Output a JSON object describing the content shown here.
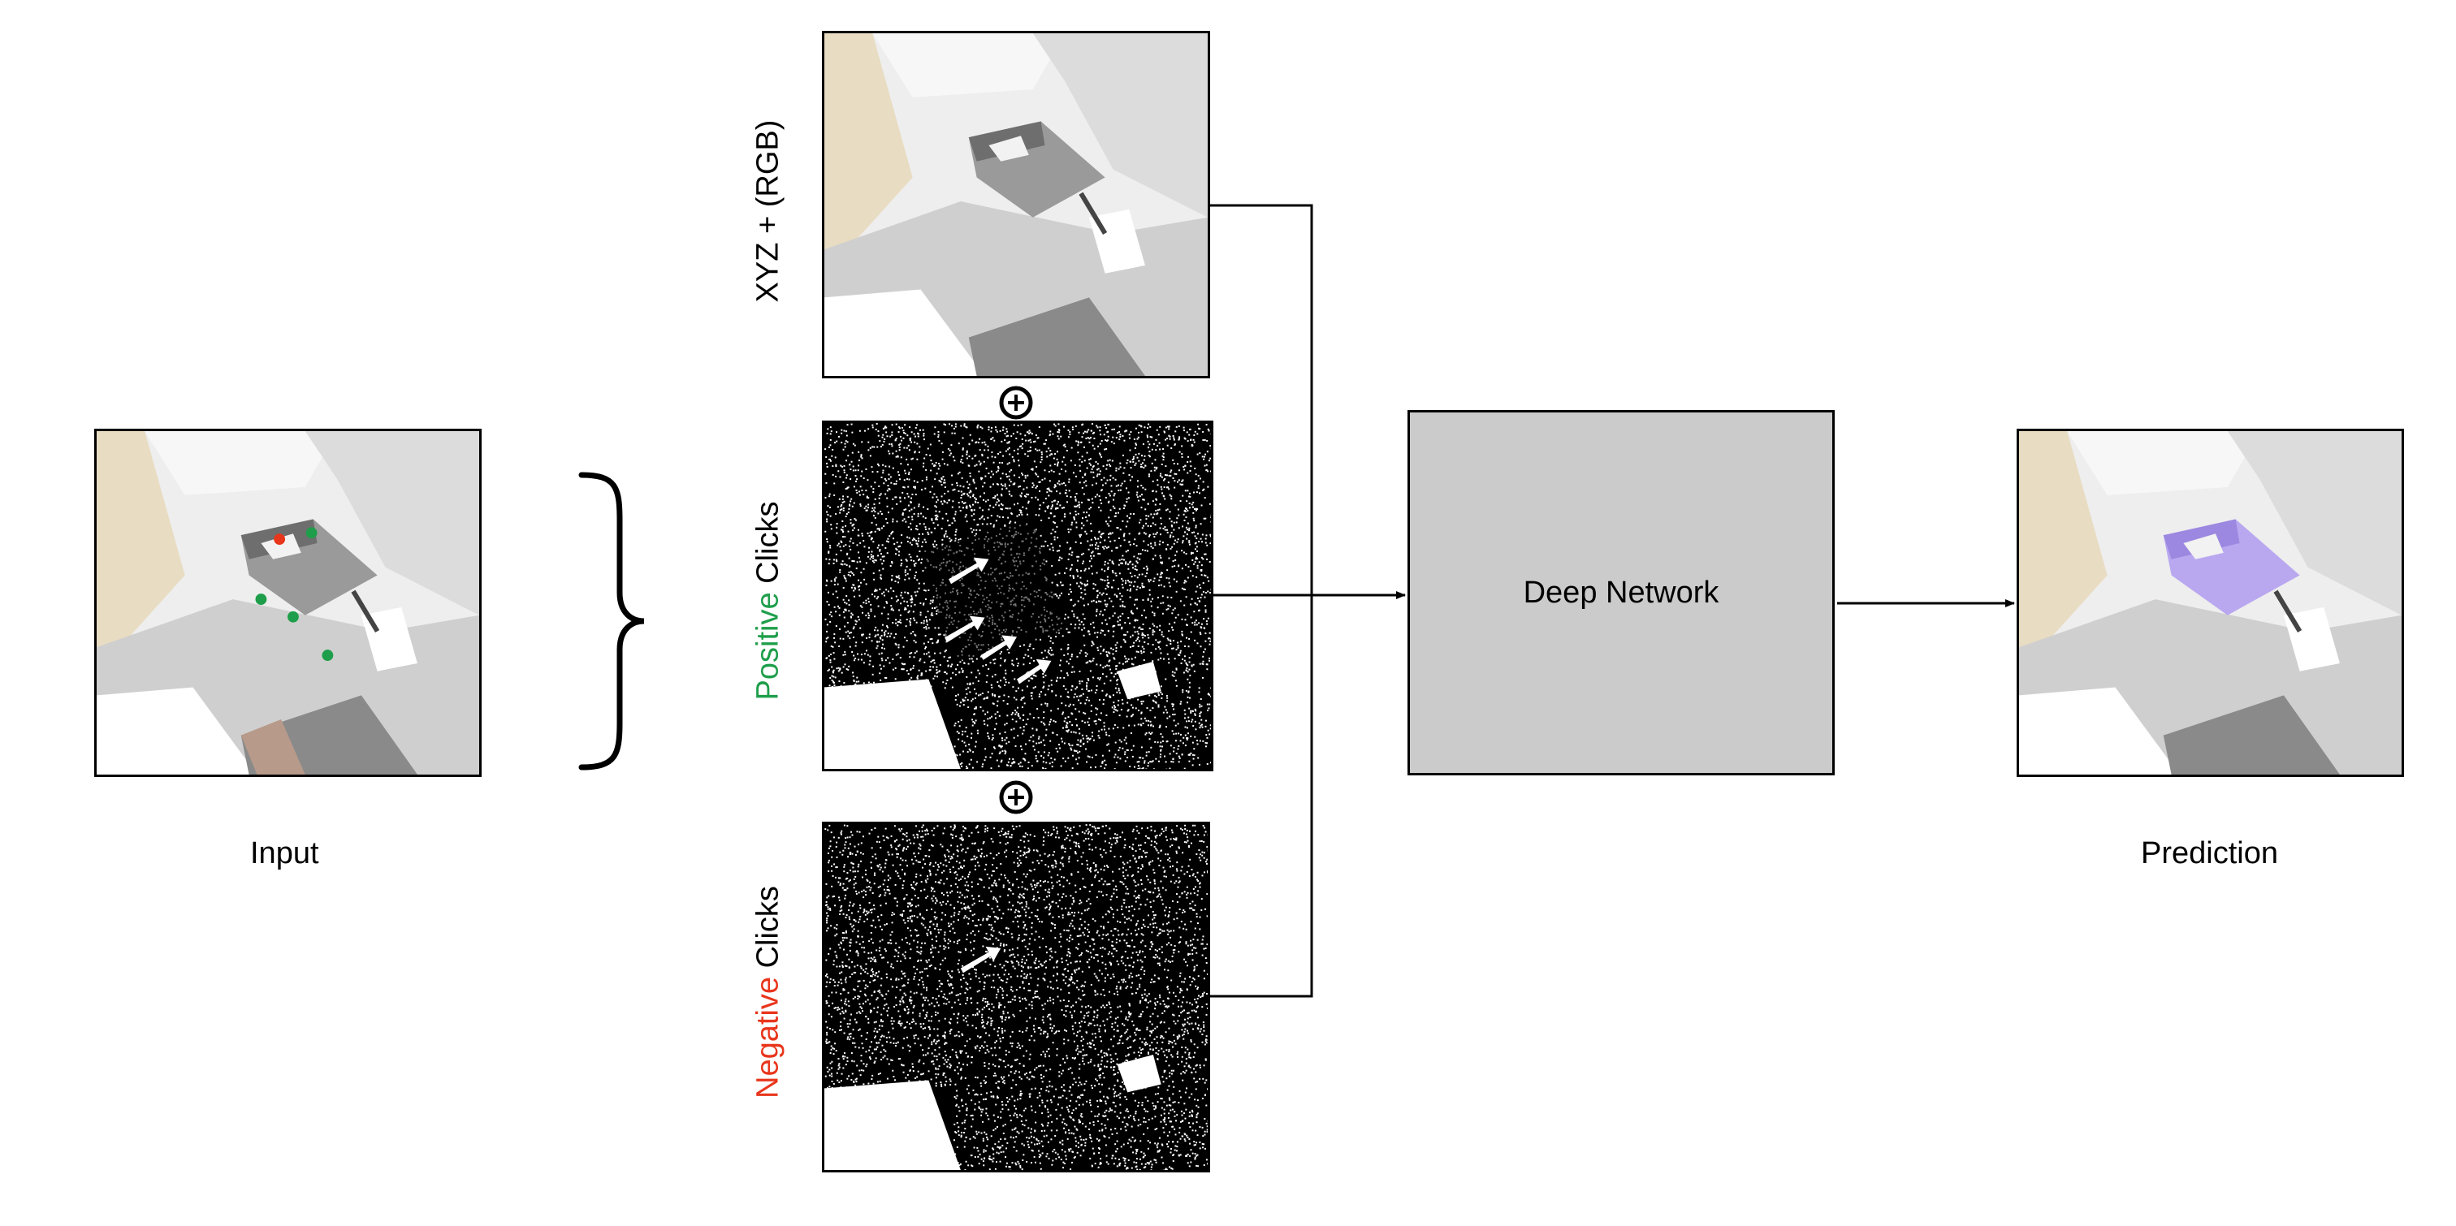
{
  "diagram": {
    "input_label": "Input",
    "prediction_label": "Prediction",
    "network_label": "Deep Network",
    "row_labels": {
      "xyz": "XYZ + (RGB)",
      "positive_word": "Positive",
      "negative_word": "Negative",
      "clicks_word": " Clicks"
    },
    "operator_symbol": "+",
    "colors": {
      "positive": "#1e9e4a",
      "negative": "#e8361c",
      "network_box": "#cbcbcb",
      "mask": "#b9a8f0"
    }
  }
}
